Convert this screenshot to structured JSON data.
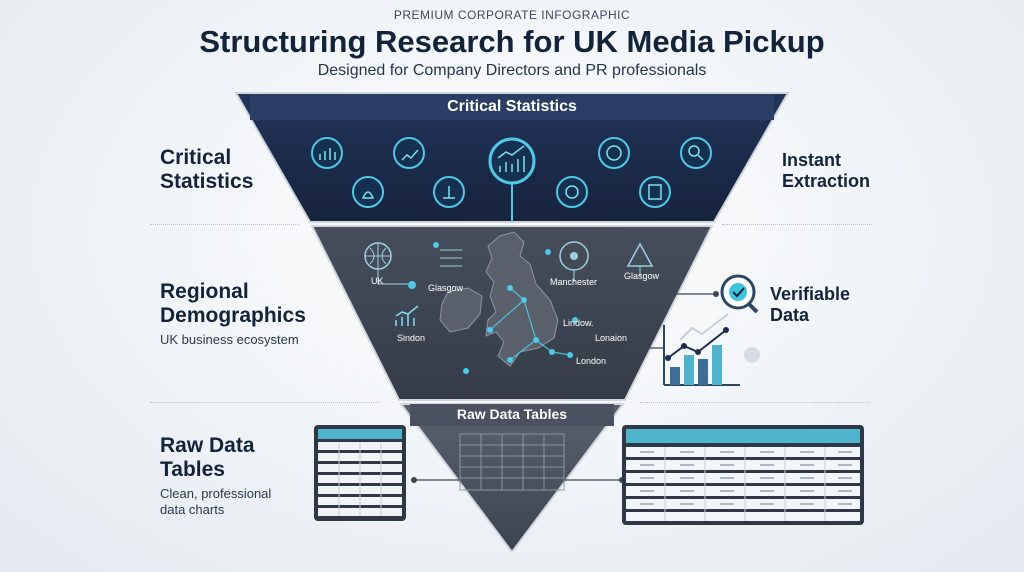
{
  "header": {
    "eyebrow": "PREMIUM CORPORATE INFOGRAPHIC",
    "title": "Structuring Research for UK Media Pickup",
    "subtitle": "Designed for Company Directors and PR professionals"
  },
  "funnel": {
    "top_band": "Critical Statistics",
    "bottom_band": "Raw Data Tables",
    "map_labels": {
      "uk": "UK",
      "glasgow_left": "Glasgow",
      "manchester": "Manchester",
      "glasgow_right": "Glasgow",
      "sindon": "Sindon",
      "lindow": "Lindow.",
      "lonaion": "Lonaion",
      "london": "London"
    }
  },
  "left": {
    "critical": {
      "line1": "Critical",
      "line2": "Statistics"
    },
    "regional": {
      "line1": "Regional",
      "line2": "Demographics",
      "sub": "UK business ecosystem"
    },
    "raw": {
      "line1": "Raw Data",
      "line2": "Tables",
      "sub1": "Clean, professional",
      "sub2": "data charts"
    }
  },
  "right": {
    "instant": {
      "line1": "Instant",
      "line2": "Extraction"
    },
    "verifiable": {
      "line1": "Verifiable",
      "line2": "Data"
    }
  },
  "colors": {
    "navy": "#1c2d4d",
    "slate": "#3a4250",
    "accent": "#3fc4e0",
    "table_header": "#4fb3cc"
  },
  "icons": [
    "bar-chart-icon",
    "money-bag-icon",
    "growth-chart-icon",
    "network-icon",
    "trend-chart-icon",
    "gear-dollar-icon",
    "dollar-cycle-icon",
    "search-dollar-icon",
    "database-icon"
  ]
}
